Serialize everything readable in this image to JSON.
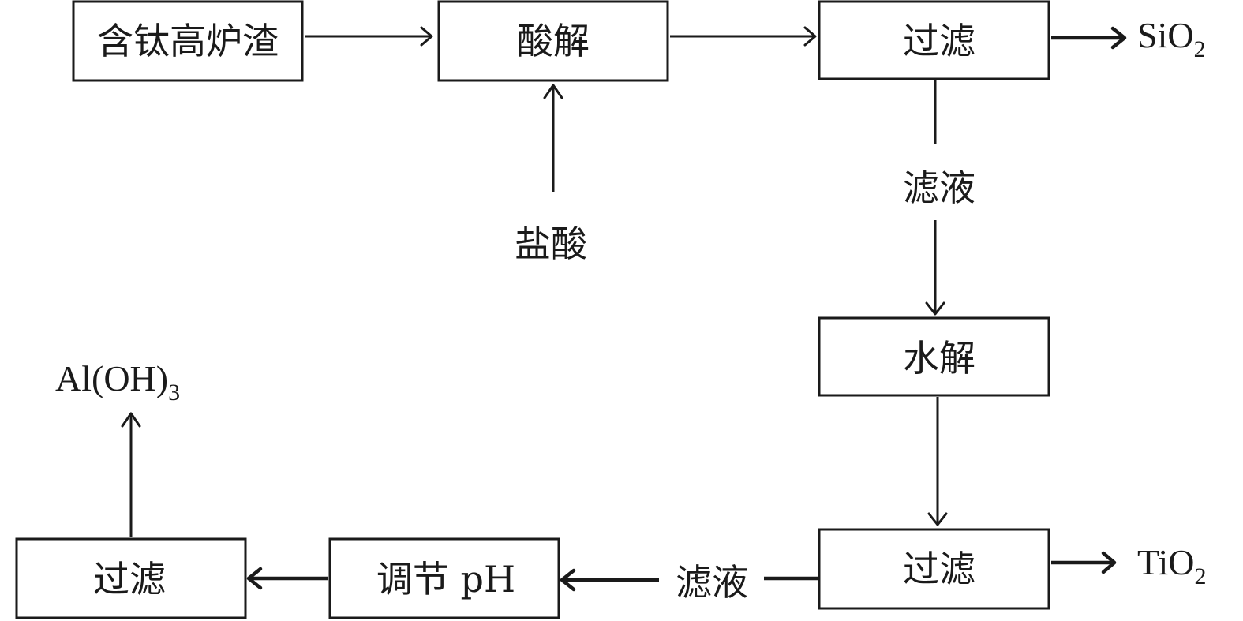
{
  "nodes": {
    "slag": "含钛高炉渣",
    "acid_leach": "酸解",
    "filter_1": "过滤",
    "hydrolysis": "水解",
    "filter_2": "过滤",
    "adjust_ph": "调节 pH",
    "filter_3": "过滤"
  },
  "labels": {
    "hydrochloric_acid": "盐酸",
    "filtrate_1": "滤液",
    "filtrate_2": "滤液"
  },
  "products": {
    "sio2": {
      "base": "SiO",
      "sub": "2"
    },
    "tio2": {
      "base": "TiO",
      "sub": "2"
    },
    "aloh3": {
      "base": "Al(OH)",
      "sub": "3"
    }
  },
  "colors": {
    "ink": "#1a1a1a",
    "background": "#ffffff"
  }
}
